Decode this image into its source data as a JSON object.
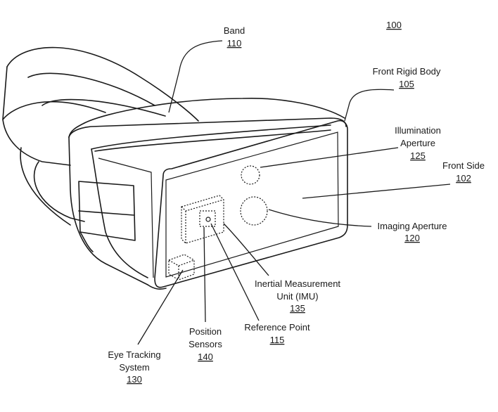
{
  "figure_number": "100",
  "labels": {
    "band": {
      "text": "Band",
      "ref": "110"
    },
    "front_rigid_body": {
      "text": "Front Rigid Body",
      "ref": "105"
    },
    "illumination_aperture": {
      "text_line1": "Illumination",
      "text_line2": "Aperture",
      "ref": "125"
    },
    "front_side": {
      "text": "Front Side",
      "ref": "102"
    },
    "imaging_aperture": {
      "text": "Imaging Aperture",
      "ref": "120"
    },
    "imu": {
      "text_line1": "Inertial Measurement",
      "text_line2": "Unit (IMU)",
      "ref": "135"
    },
    "reference_point": {
      "text": "Reference Point",
      "ref": "115"
    },
    "position_sensors": {
      "text_line1": "Position",
      "text_line2": "Sensors",
      "ref": "140"
    },
    "eye_tracking": {
      "text_line1": "Eye Tracking",
      "text_line2": "System",
      "ref": "130"
    }
  }
}
